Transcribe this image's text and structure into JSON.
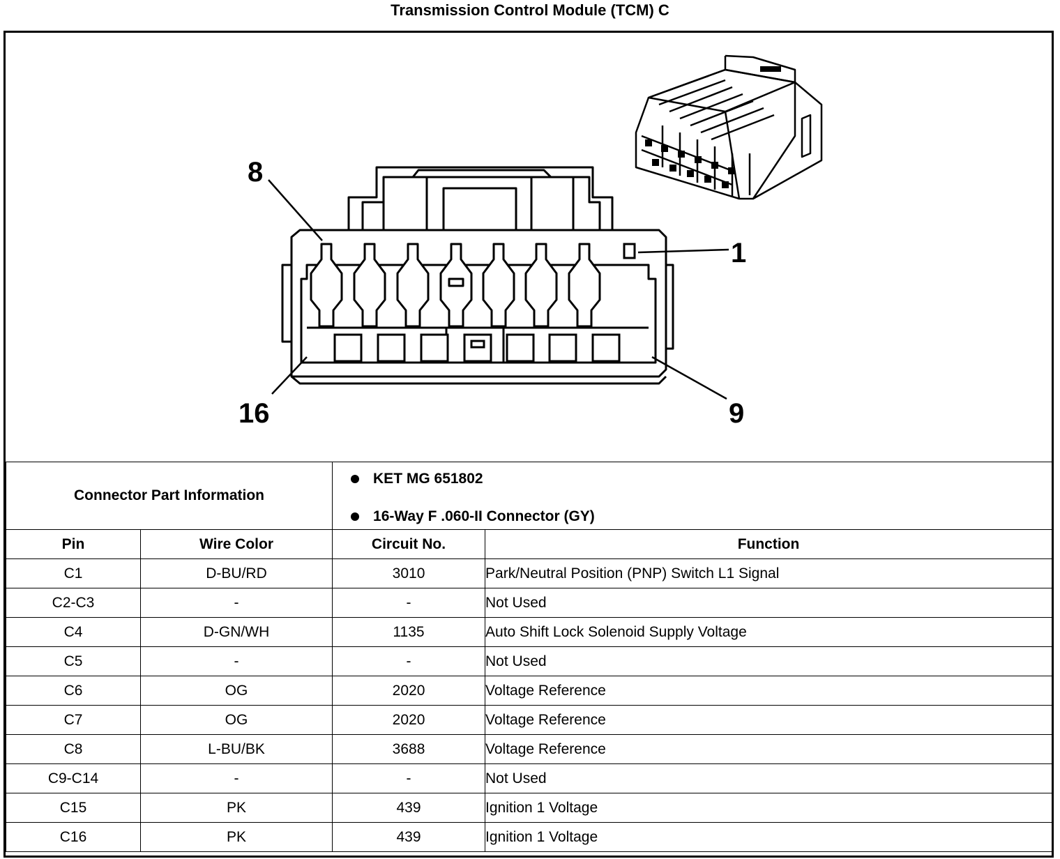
{
  "title": "Transmission Control Module (TCM) C",
  "diagram": {
    "pin_callouts": [
      "8",
      "1",
      "16",
      "9"
    ]
  },
  "connector_info": {
    "label": "Connector Part Information",
    "items": [
      "KET MG 651802",
      "16-Way F .060-II Connector (GY)"
    ]
  },
  "table": {
    "headers": [
      "Pin",
      "Wire Color",
      "Circuit No.",
      "Function"
    ],
    "rows": [
      [
        "C1",
        "D-BU/RD",
        "3010",
        "Park/Neutral Position (PNP) Switch L1 Signal"
      ],
      [
        "C2-C3",
        "-",
        "-",
        "Not Used"
      ],
      [
        "C4",
        "D-GN/WH",
        "1135",
        "Auto Shift Lock Solenoid Supply Voltage"
      ],
      [
        "C5",
        "-",
        "-",
        "Not Used"
      ],
      [
        "C6",
        "OG",
        "2020",
        "Voltage Reference"
      ],
      [
        "C7",
        "OG",
        "2020",
        "Voltage Reference"
      ],
      [
        "C8",
        "L-BU/BK",
        "3688",
        "Voltage Reference"
      ],
      [
        "C9-C14",
        "-",
        "-",
        "Not Used"
      ],
      [
        "C15",
        "PK",
        "439",
        "Ignition 1 Voltage"
      ],
      [
        "C16",
        "PK",
        "439",
        "Ignition 1 Voltage"
      ]
    ]
  }
}
